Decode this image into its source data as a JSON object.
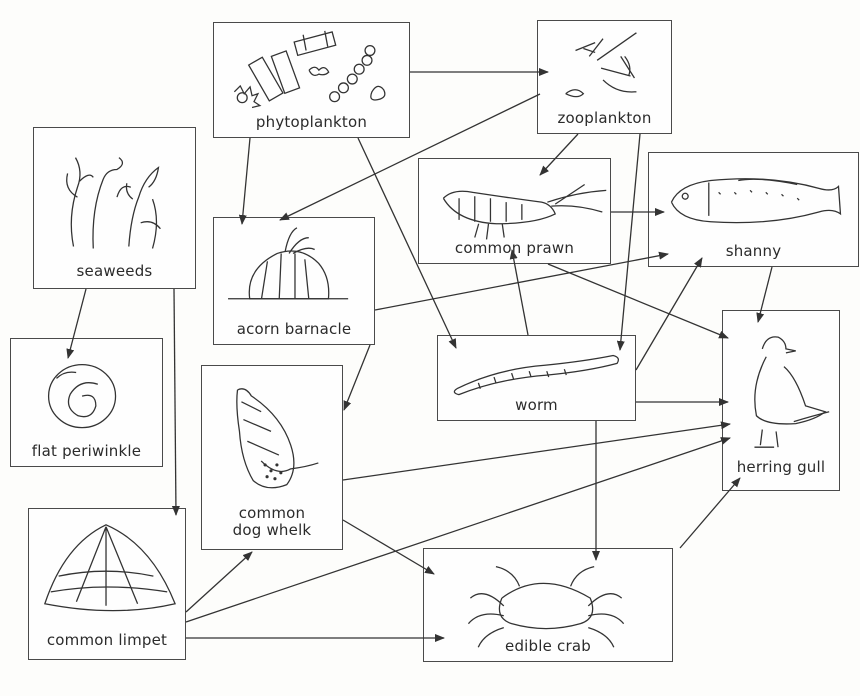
{
  "diagram": {
    "nodes": {
      "phytoplankton": {
        "label": "phytoplankton",
        "icon": "phytoplankton-icon"
      },
      "zooplankton": {
        "label": "zooplankton",
        "icon": "zooplankton-icon"
      },
      "seaweeds": {
        "label": "seaweeds",
        "icon": "seaweed-icon"
      },
      "common_prawn": {
        "label": "common prawn",
        "icon": "prawn-icon"
      },
      "shanny": {
        "label": "shanny",
        "icon": "fish-icon"
      },
      "acorn_barnacle": {
        "label": "acorn barnacle",
        "icon": "barnacle-icon"
      },
      "flat_periwinkle": {
        "label": "flat periwinkle",
        "icon": "periwinkle-shell-icon"
      },
      "worm": {
        "label": "worm",
        "icon": "worm-icon"
      },
      "herring_gull": {
        "label": "herring gull",
        "icon": "gull-icon"
      },
      "common_dog_whelk": {
        "label_line1": "common",
        "label_line2": "dog whelk",
        "icon": "whelk-shell-icon"
      },
      "common_limpet": {
        "label": "common limpet",
        "icon": "limpet-shell-icon"
      },
      "edible_crab": {
        "label": "edible crab",
        "icon": "crab-icon"
      }
    },
    "edges": [
      [
        "phytoplankton",
        "zooplankton"
      ],
      [
        "phytoplankton",
        "acorn_barnacle"
      ],
      [
        "phytoplankton",
        "worm"
      ],
      [
        "zooplankton",
        "acorn_barnacle"
      ],
      [
        "zooplankton",
        "common_prawn"
      ],
      [
        "zooplankton",
        "worm"
      ],
      [
        "seaweeds",
        "flat_periwinkle"
      ],
      [
        "seaweeds",
        "common_limpet"
      ],
      [
        "common_prawn",
        "shanny"
      ],
      [
        "common_prawn",
        "herring_gull"
      ],
      [
        "worm",
        "common_prawn"
      ],
      [
        "worm",
        "shanny"
      ],
      [
        "worm",
        "herring_gull"
      ],
      [
        "worm",
        "edible_crab"
      ],
      [
        "acorn_barnacle",
        "shanny"
      ],
      [
        "acorn_barnacle",
        "common_dog_whelk"
      ],
      [
        "shanny",
        "herring_gull"
      ],
      [
        "common_dog_whelk",
        "herring_gull"
      ],
      [
        "common_dog_whelk",
        "edible_crab"
      ],
      [
        "common_limpet",
        "common_dog_whelk"
      ],
      [
        "common_limpet",
        "herring_gull"
      ],
      [
        "common_limpet",
        "edible_crab"
      ],
      [
        "edible_crab",
        "herring_gull"
      ]
    ],
    "colors": {
      "line": "#333333",
      "box_border": "#4a4a4a",
      "text": "#2b2b2b"
    }
  }
}
